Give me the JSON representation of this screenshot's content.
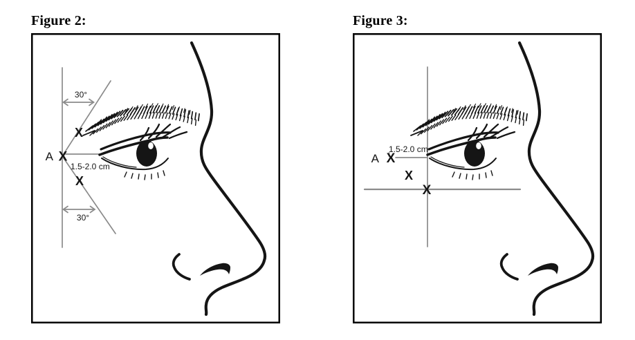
{
  "colors": {
    "ink": "#151515",
    "annotation": "#8b8b8b",
    "frame": "#000000",
    "background": "#ffffff"
  },
  "figure2": {
    "title": "Figure 2:",
    "point_label": "A",
    "distance_label": "1.5-2.0 cm",
    "angle_top_label": "30°",
    "angle_bottom_label": "30°",
    "marks": {
      "upper": "X",
      "center": "X",
      "lower": "X"
    }
  },
  "figure3": {
    "title": "Figure 3:",
    "point_label": "A",
    "distance_label": "1.5-2.0 cm",
    "marks": {
      "point": "X",
      "mid": "X",
      "intersection": "X"
    }
  }
}
